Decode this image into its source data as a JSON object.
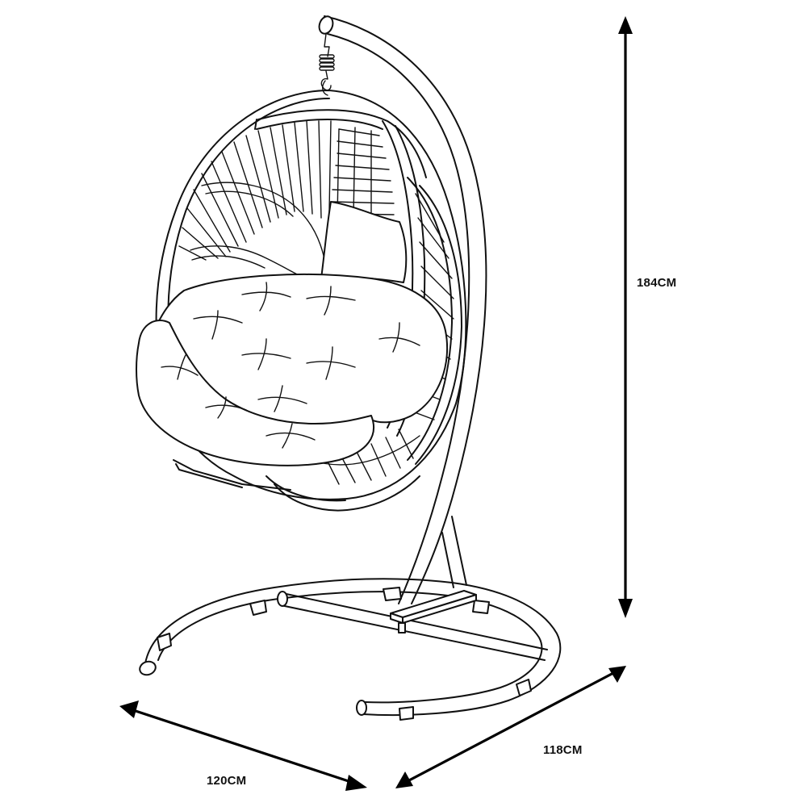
{
  "figure": {
    "subject": "Hanging egg chair with C-stand",
    "line_color": "#111111",
    "background": "#ffffff",
    "parts": [
      "stand-arm",
      "hanging-spring-hook",
      "egg-basket-frame",
      "wicker-weave",
      "back-pillow",
      "tufted-seat-cushion",
      "stand-base-ring",
      "base-crossbar",
      "base-mount-plate",
      "base-floor-pads"
    ]
  },
  "dimensions": {
    "height": {
      "label": "184CM",
      "value": 184,
      "unit": "CM",
      "axis": "vertical"
    },
    "width": {
      "label": "120CM",
      "value": 120,
      "unit": "CM",
      "axis": "front-left diagonal"
    },
    "depth": {
      "label": "118CM",
      "value": 118,
      "unit": "CM",
      "axis": "front-right diagonal"
    }
  }
}
